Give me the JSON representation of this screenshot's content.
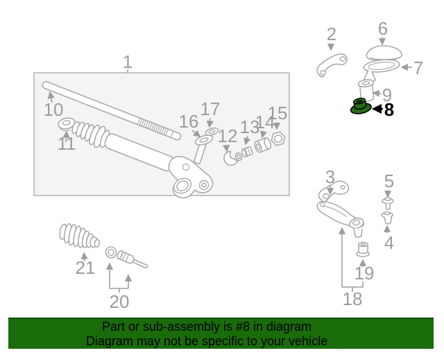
{
  "diagram": {
    "callouts": {
      "c1": "1",
      "c2": "2",
      "c3": "3",
      "c4": "4",
      "c5": "5",
      "c6": "6",
      "c7": "7",
      "c8": "8",
      "c9": "9",
      "c10": "10",
      "c11": "11",
      "c12": "12",
      "c13": "13",
      "c14": "14",
      "c15": "15",
      "c16": "16",
      "c17": "17",
      "c18": "18",
      "c19": "19",
      "c20": "20",
      "c21": "21"
    },
    "highlighted_callout": "8",
    "line_color": "#a9a9a9",
    "label_color": "#9c9c9c",
    "box_fill": "#f4f4f4"
  },
  "highlight": {
    "fill": "#256c12",
    "top_fill": "#357f1c",
    "outline": "#000000",
    "arrow_color": "#000000"
  },
  "banner": {
    "line1": "Part or sub-assembly is #8 in diagram",
    "line2": "Diagram may not be specific to your vehicle",
    "background": "#1a6b0a",
    "border_top": "#0e4f04",
    "text_color": "#000000"
  }
}
